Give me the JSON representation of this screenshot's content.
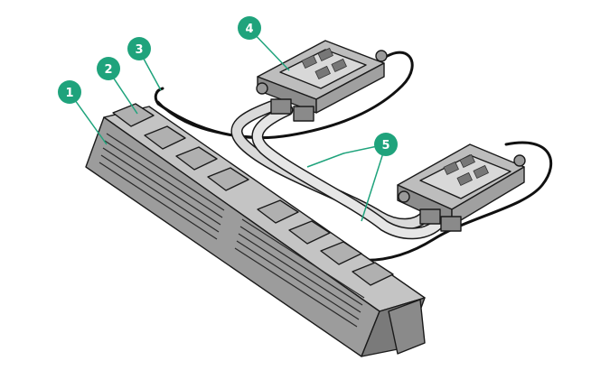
{
  "colors": {
    "callout": "#1fa37c",
    "callout_text": "#ffffff",
    "leader": "#1fa37c",
    "metal_light": "#cfcfcf",
    "metal_mid": "#a9a9a9",
    "metal_dark": "#6f6f6f",
    "outline": "#1a1a1a",
    "cable": "#111111"
  },
  "callouts": [
    {
      "label": "1",
      "part": "drive-cage-assembly"
    },
    {
      "label": "2",
      "part": "drive-bay-connector"
    },
    {
      "label": "3",
      "part": "signal-cable"
    },
    {
      "label": "4",
      "part": "processor-heatsink-module"
    },
    {
      "label": "5",
      "part": "coolant-tubes"
    }
  ]
}
